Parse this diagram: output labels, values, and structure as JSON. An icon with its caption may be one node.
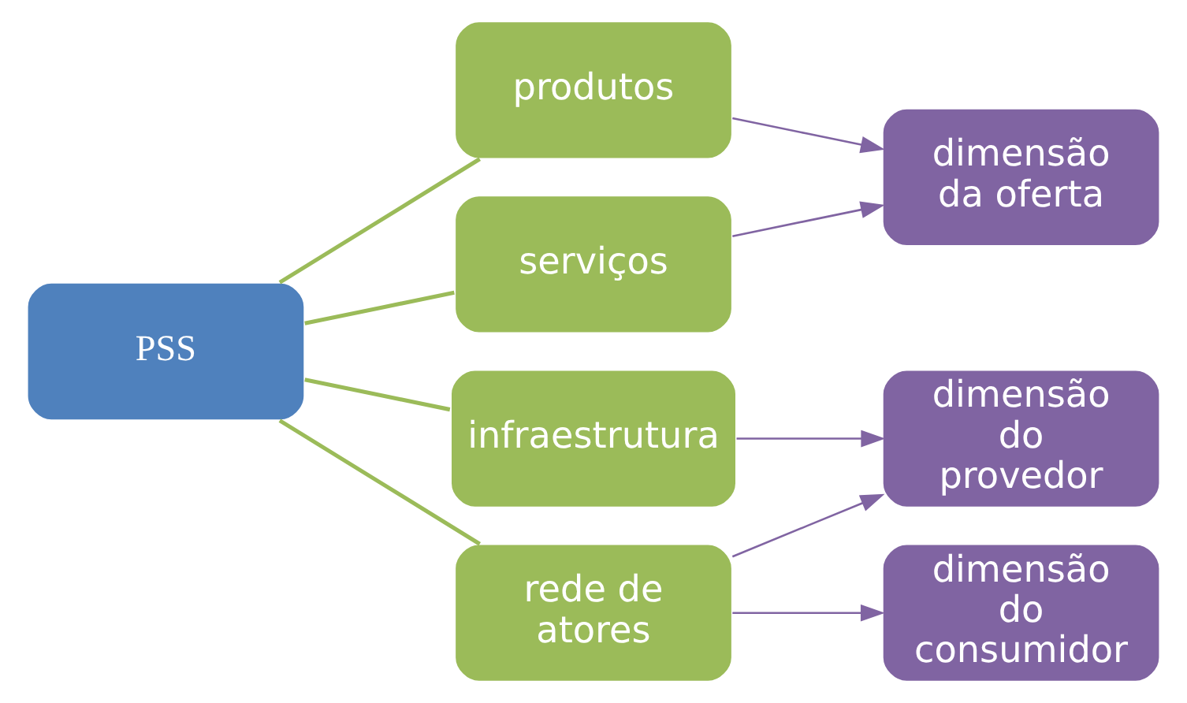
{
  "diagram": {
    "nodes": [
      {
        "text": [
          "PSS"
        ]
      },
      {
        "text": [
          "produtos"
        ]
      },
      {
        "text": [
          "serviços"
        ]
      },
      {
        "text": [
          "infraestrutura"
        ]
      },
      {
        "text": [
          "rede de atores"
        ]
      },
      {
        "text": [
          "dimensão da oferta"
        ]
      },
      {
        "text": [
          "dimensão do provedor"
        ]
      },
      {
        "text": [
          "dimensão do consumidor"
        ]
      }
    ],
    "edges": [
      {
        "from": 0,
        "to": 1,
        "arrow": "none",
        "color": "#9bbb59"
      },
      {
        "from": 0,
        "to": 2,
        "arrow": "none",
        "color": "#9bbb59"
      },
      {
        "from": 0,
        "to": 3,
        "arrow": "none",
        "color": "#9bbb59"
      },
      {
        "from": 0,
        "to": 4,
        "arrow": "none",
        "color": "#9bbb59"
      },
      {
        "from": 1,
        "to": 5,
        "arrow": "to"
      },
      {
        "from": 2,
        "to": 5,
        "arrow": "to"
      },
      {
        "from": 3,
        "to": 6,
        "arrow": "to"
      },
      {
        "from": 4,
        "to": 6,
        "arrow": "to"
      },
      {
        "from": 4,
        "to": 7,
        "arrow": "to"
      }
    ]
  }
}
